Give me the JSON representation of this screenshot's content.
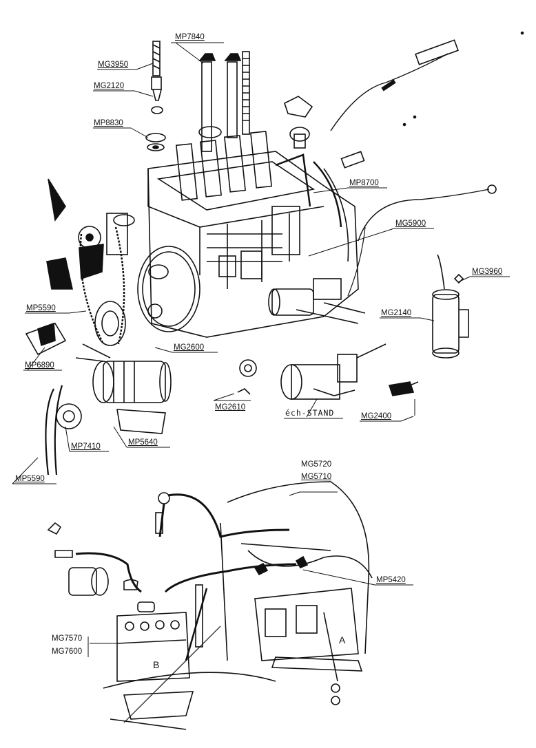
{
  "labels": {
    "mp7840": "MP7840",
    "mg3950": "MG3950",
    "mg2120": "MG2120",
    "mp8830": "MP8830",
    "mp8700": "MP8700",
    "mg5900": "MG5900",
    "mg3960": "MG3960",
    "mg2140": "MG2140",
    "mp5590_top": "MP5590",
    "mg2600": "MG2600",
    "mp6890": "MP6890",
    "mg2610": "MG2610",
    "ech_stand": "éch-STAND",
    "mg2400": "MG2400",
    "mp7410": "MP7410",
    "mp5640": "MP5640",
    "mp5590_bottom": "MP5590",
    "mg5720": "MG5720",
    "mg5710": "MG5710",
    "mp5420": "MP5420",
    "mg7570": "MG7570",
    "mg7600": "MG7600",
    "letter_a": "A",
    "letter_b": "B"
  }
}
